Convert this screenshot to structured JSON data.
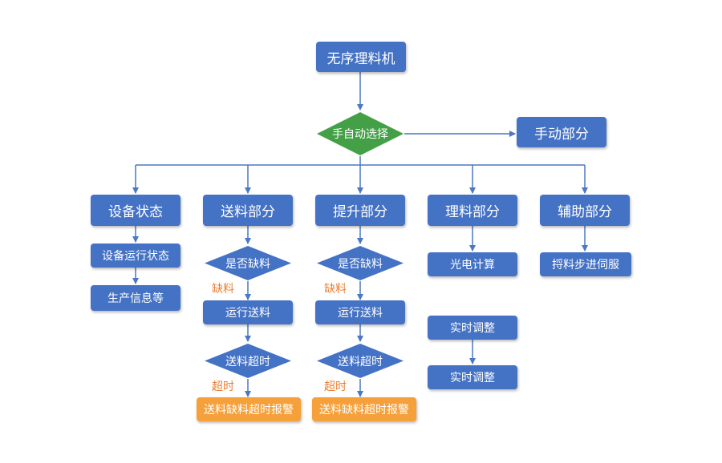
{
  "nodes": {
    "root": "无序理料机",
    "mode_select": "手自动选择",
    "manual": "手动部分",
    "device_status": "设备状态",
    "feeding": "送料部分",
    "lifting": "提升部分",
    "sorting": "理料部分",
    "auxiliary": "辅助部分",
    "device_run_status": "设备运行状态",
    "production_info": "生产信息等",
    "feed_shortage_check": "是否缺料",
    "feed_run": "运行送料",
    "feed_timeout_check": "送料超时",
    "feed_alarm": "送料缺料超时报警",
    "lift_shortage_check": "是否缺料",
    "lift_run": "运行送料",
    "lift_timeout_check": "送料超时",
    "lift_alarm": "送料缺料超时报警",
    "photo_calc": "光电计算",
    "realtime_adjust_1": "实时调整",
    "realtime_adjust_2": "实时调整",
    "servo_step": "捋料步进伺服"
  },
  "edge_labels": {
    "feed_shortage": "缺料",
    "feed_timeout": "超时",
    "lift_shortage": "缺料",
    "lift_timeout": "超时"
  },
  "colors": {
    "box": "#4472c4",
    "decision": "#43a047",
    "alarm": "#f5a03a",
    "edge_label": "#ed7d31",
    "line": "#4a78c2"
  }
}
